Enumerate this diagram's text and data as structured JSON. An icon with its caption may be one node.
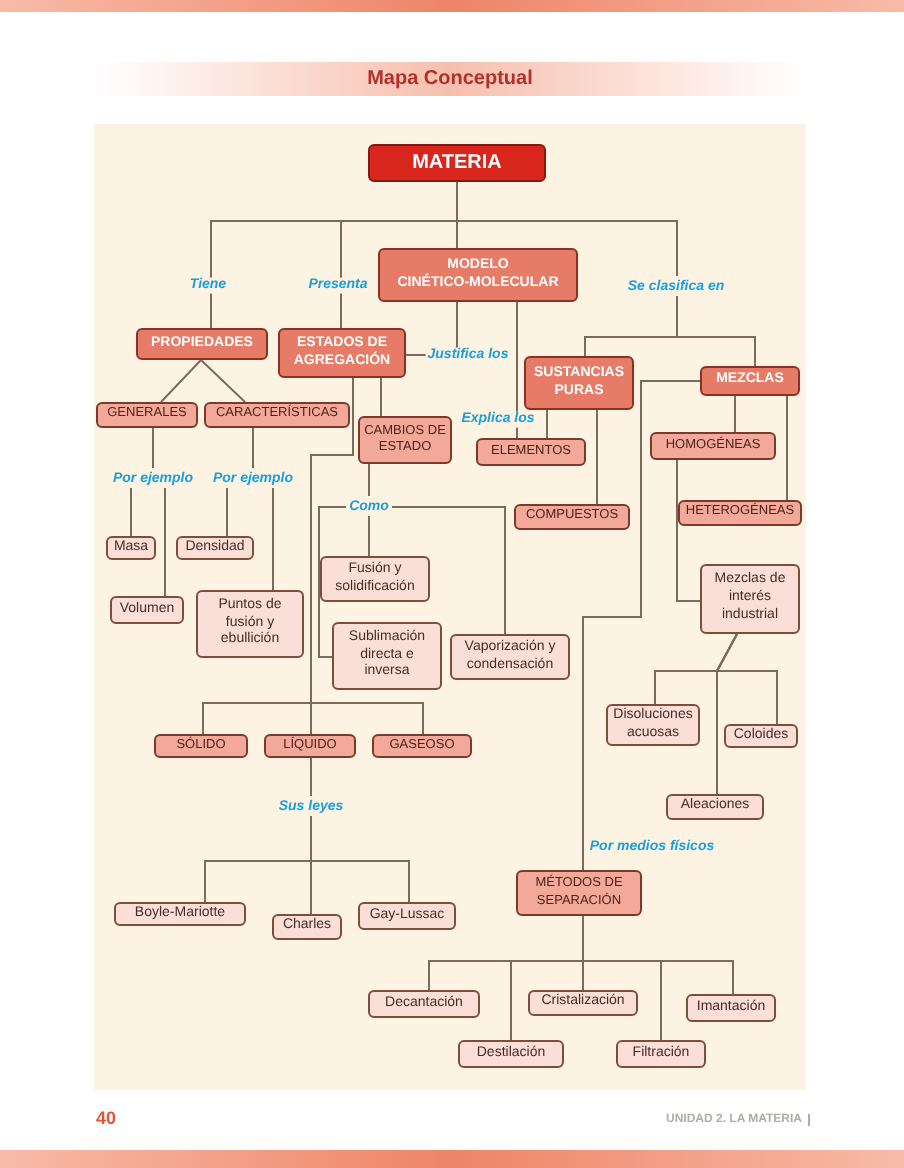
{
  "diagram": {
    "title": "Mapa Conceptual",
    "nodes": [
      {
        "text": [
          "MATERIA"
        ]
      },
      {
        "text": [
          "MODELO CINÉTICO-MOLECULAR"
        ]
      },
      {
        "text": [
          "Se clasifica en"
        ]
      },
      {
        "text": [
          "PROPIEDADES"
        ]
      },
      {
        "text": [
          "ESTADOS DE AGREGACIÓN"
        ]
      },
      {
        "text": [
          "SUSTANCIAS PURAS"
        ]
      },
      {
        "text": [
          "MEZCLAS"
        ]
      },
      {
        "text": [
          "GENERALES"
        ]
      },
      {
        "text": [
          "CARACTERÍSTICAS"
        ]
      },
      {
        "text": [
          "CAMBIOS DE ESTADO"
        ]
      },
      {
        "text": [
          "ELEMENTOS"
        ]
      },
      {
        "text": [
          "HOMOGÉNEAS"
        ]
      },
      {
        "text": [
          "Por ejemplo"
        ]
      },
      {
        "text": [
          "Por ejemplo"
        ]
      },
      {
        "text": [
          "Como"
        ]
      },
      {
        "text": [
          "COMPUESTOS"
        ]
      },
      {
        "text": [
          "HETEROGÉNEAS"
        ]
      },
      {
        "text": [
          "Masa"
        ]
      },
      {
        "text": [
          "Densidad"
        ]
      },
      {
        "text": [
          "Fusión y solidificación"
        ]
      },
      {
        "text": [
          "Volumen"
        ]
      },
      {
        "text": [
          "Puntos de fusión y ebullición"
        ]
      },
      {
        "text": [
          "Mezclas de interés industrial"
        ]
      },
      {
        "text": [
          "Sublimación directa e inversa"
        ]
      },
      {
        "text": [
          "Vaporización y condensación"
        ]
      },
      {
        "text": [
          "Disoluciones acuosas"
        ]
      },
      {
        "text": [
          "Coloides"
        ]
      },
      {
        "text": [
          "SÓLIDO"
        ]
      },
      {
        "text": [
          "LÍQUIDO"
        ]
      },
      {
        "text": [
          "GASEOSO"
        ]
      },
      {
        "text": [
          "Aleaciones"
        ]
      },
      {
        "text": [
          "Sus leyes"
        ]
      },
      {
        "text": [
          "MÉTODOS DE SEPARACIÓN"
        ]
      },
      {
        "text": [
          "Boyle-Mariotte"
        ]
      },
      {
        "text": [
          "Charles"
        ]
      },
      {
        "text": [
          "Gay-Lussac"
        ]
      },
      {
        "text": [
          "Decantación"
        ]
      },
      {
        "text": [
          "Cristalización"
        ]
      },
      {
        "text": [
          "Imantación"
        ]
      },
      {
        "text": [
          "Destilación"
        ]
      },
      {
        "text": [
          "Filtración"
        ]
      }
    ],
    "edges": [
      {
        "from": 0,
        "to": 3,
        "arrow": "none",
        "label": "Tiene"
      },
      {
        "from": 0,
        "to": 4,
        "arrow": "none",
        "label": "Presenta"
      },
      {
        "from": 0,
        "to": 1,
        "arrow": "none"
      },
      {
        "from": 0,
        "to": 2,
        "arrow": "none"
      },
      {
        "from": 2,
        "to": 5,
        "arrow": "none"
      },
      {
        "from": 2,
        "to": 6,
        "arrow": "none"
      },
      {
        "from": 1,
        "to": 4,
        "arrow": "none",
        "label": "Justifica los"
      },
      {
        "from": 1,
        "to": 10,
        "arrow": "none",
        "label": "Explica los"
      },
      {
        "from": 3,
        "to": 7,
        "arrow": "none"
      },
      {
        "from": 3,
        "to": 8,
        "arrow": "none"
      },
      {
        "from": 4,
        "to": 9,
        "arrow": "none"
      },
      {
        "from": 4,
        "to": 27,
        "arrow": "none"
      },
      {
        "from": 4,
        "to": 28,
        "arrow": "none"
      },
      {
        "from": 4,
        "to": 29,
        "arrow": "none"
      },
      {
        "from": 5,
        "to": 10,
        "arrow": "none"
      },
      {
        "from": 5,
        "to": 15,
        "arrow": "none"
      },
      {
        "from": 6,
        "to": 11,
        "arrow": "none"
      },
      {
        "from": 6,
        "to": 16,
        "arrow": "none"
      },
      {
        "from": 6,
        "to": 32,
        "arrow": "none",
        "label": "Por medios físicos"
      },
      {
        "from": 7,
        "to": 12,
        "arrow": "none"
      },
      {
        "from": 12,
        "to": 17,
        "arrow": "none"
      },
      {
        "from": 12,
        "to": 20,
        "arrow": "none"
      },
      {
        "from": 8,
        "to": 13,
        "arrow": "none"
      },
      {
        "from": 13,
        "to": 18,
        "arrow": "none"
      },
      {
        "from": 13,
        "to": 21,
        "arrow": "none"
      },
      {
        "from": 9,
        "to": 14,
        "arrow": "none"
      },
      {
        "from": 14,
        "to": 19,
        "arrow": "none"
      },
      {
        "from": 14,
        "to": 23,
        "arrow": "none"
      },
      {
        "from": 14,
        "to": 24,
        "arrow": "none"
      },
      {
        "from": 11,
        "to": 22,
        "arrow": "none"
      },
      {
        "from": 22,
        "to": 25,
        "arrow": "none"
      },
      {
        "from": 22,
        "to": 26,
        "arrow": "none"
      },
      {
        "from": 22,
        "to": 30,
        "arrow": "none"
      },
      {
        "from": 28,
        "to": 31,
        "arrow": "none"
      },
      {
        "from": 31,
        "to": 33,
        "arrow": "none"
      },
      {
        "from": 31,
        "to": 34,
        "arrow": "none"
      },
      {
        "from": 31,
        "to": 35,
        "arrow": "none"
      },
      {
        "from": 32,
        "to": 36,
        "arrow": "none"
      },
      {
        "from": 32,
        "to": 39,
        "arrow": "none"
      },
      {
        "from": 32,
        "to": 37,
        "arrow": "none"
      },
      {
        "from": 32,
        "to": 40,
        "arrow": "none"
      },
      {
        "from": 32,
        "to": 38,
        "arrow": "none"
      }
    ],
    "labels": [
      "40",
      "UNIDAD 2. LA MATERIA"
    ]
  }
}
